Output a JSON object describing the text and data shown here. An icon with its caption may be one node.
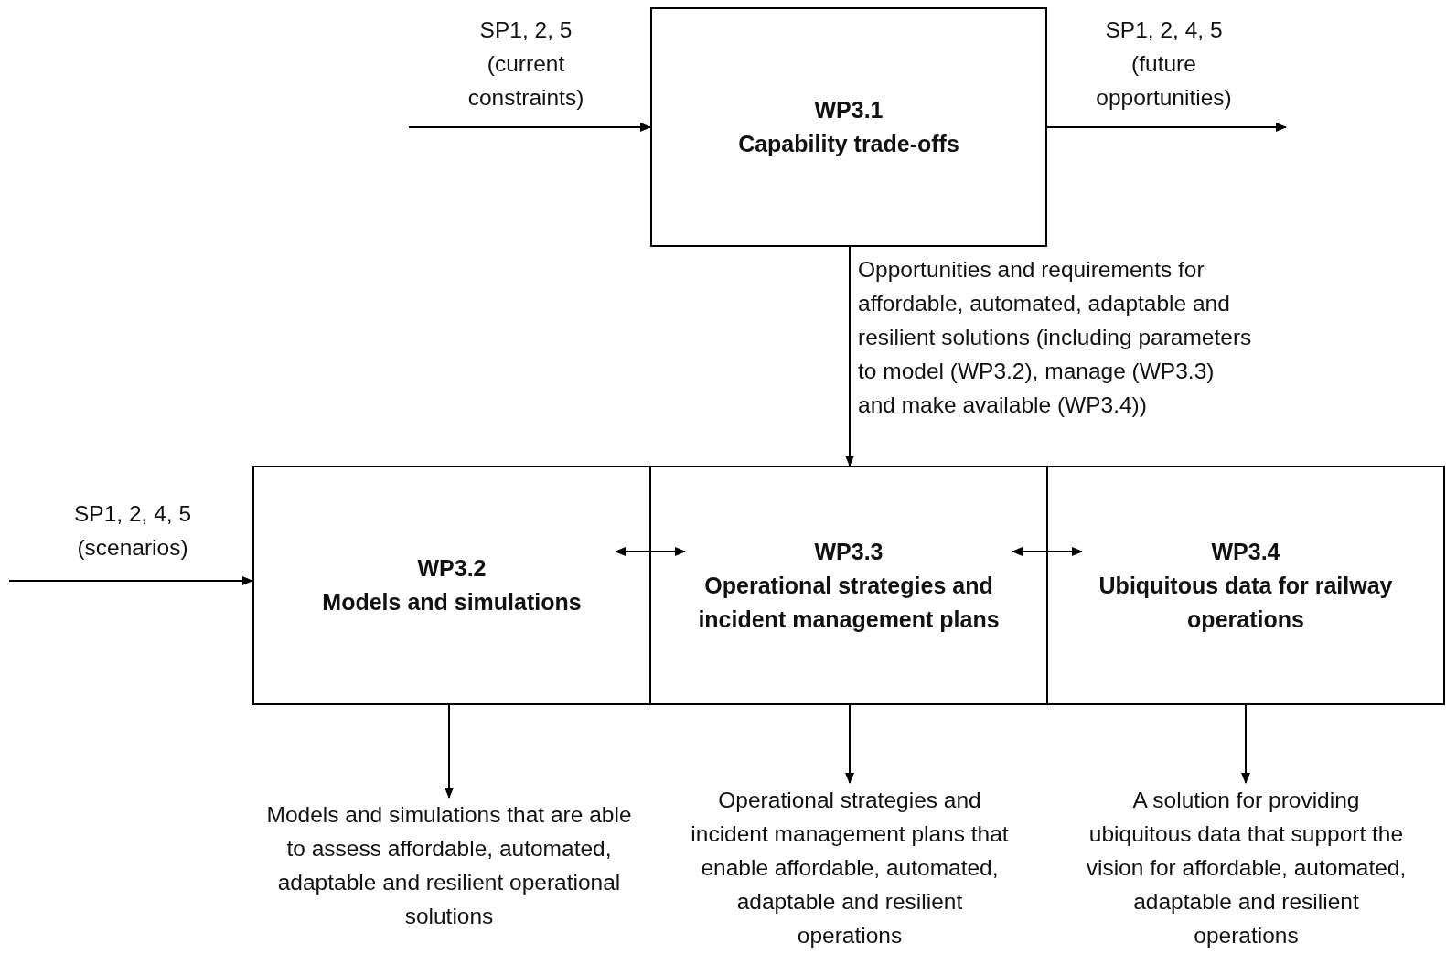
{
  "diagram": {
    "nodes": [
      {
        "text": [
          "WP3.1",
          "Capability trade-offs"
        ]
      },
      {
        "text": [
          "WP3.2",
          "Models and simulations"
        ]
      },
      {
        "text": [
          "WP3.3",
          "Operational strategies and incident management plans"
        ]
      },
      {
        "text": [
          "WP3.4",
          "Ubiquitous data for railway operations"
        ]
      },
      {
        "text": [
          "Models and simulations that are able to assess affordable, automated, adaptable and resilient operational solutions"
        ]
      },
      {
        "text": [
          "Operational strategies and incident management plans that enable affordable, automated, adaptable and resilient operations"
        ]
      },
      {
        "text": [
          "A solution for providing ubiquitous data that support the vision for affordable, automated, adaptable and resilient operations"
        ]
      }
    ],
    "edges": [
      {
        "from": null,
        "to": 0,
        "arrow": "to",
        "label": "SP1, 2, 5 (current constraints)"
      },
      {
        "from": 0,
        "to": null,
        "arrow": "to",
        "label": "SP1, 2, 4, 5 (future opportunities)"
      },
      {
        "from": 0,
        "to": 2,
        "arrow": "to",
        "label": "Opportunities and requirements for affordable, automated, adaptable and resilient solutions (including parameters to model (WP3.2), manage (WP3.3) and make available (WP3.4))"
      },
      {
        "from": null,
        "to": 1,
        "arrow": "to",
        "label": "SP1, 2, 4, 5 (scenarios)"
      },
      {
        "from": 1,
        "to": 2,
        "arrow": "both"
      },
      {
        "from": 2,
        "to": 3,
        "arrow": "both"
      },
      {
        "from": 1,
        "to": 4,
        "arrow": "to"
      },
      {
        "from": 2,
        "to": 5,
        "arrow": "to"
      },
      {
        "from": 3,
        "to": 6,
        "arrow": "to"
      }
    ]
  }
}
